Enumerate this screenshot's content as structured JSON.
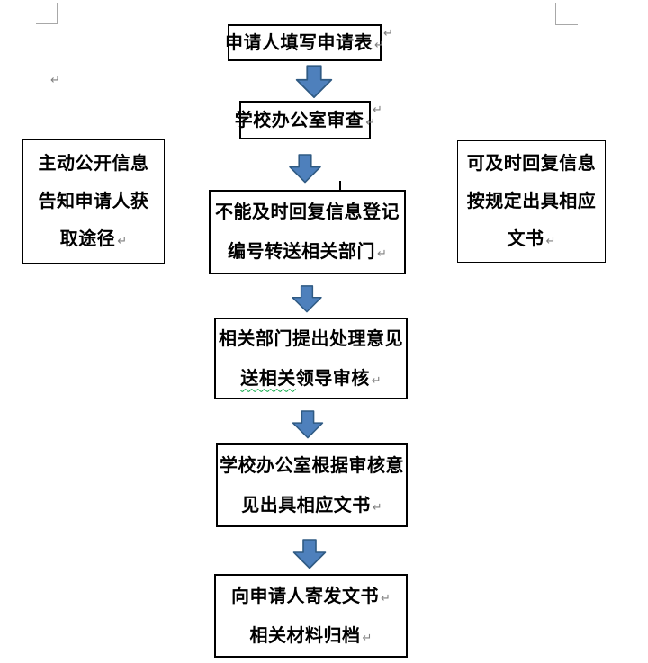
{
  "marks": {
    "paragraph_mark": "↵"
  },
  "colors": {
    "arrow_fill": "#4e80bc",
    "arrow_stroke": "#2f5a83",
    "box_border": "#000000",
    "boundary_mark": "#a8a8a8",
    "squiggle": "#00a33c",
    "paragraph_mark": "#7f7f7f"
  },
  "flowchart": {
    "box1": {
      "line1": "申请人填写申请表"
    },
    "box2": {
      "line1": "学校办公室审查"
    },
    "box3": {
      "line1": "不能及时回复信息登记",
      "line2": "编号转送相关部门"
    },
    "box4": {
      "line1": "相关部门提出处理意见",
      "line2_underlined": "送相关",
      "line2_rest": "领导审核"
    },
    "box5": {
      "line1": "学校办公室根据审核意",
      "line2": "见出具相应文书"
    },
    "box6": {
      "line1": "向申请人寄发文书",
      "line2": "相关材料归档"
    },
    "left_box": {
      "line1": "主动公开信息",
      "line2": "告知申请人获",
      "line3": "取途径"
    },
    "right_box": {
      "line1": "可及时回复信息",
      "line2": "按规定出具相应",
      "line3": "文书"
    }
  }
}
